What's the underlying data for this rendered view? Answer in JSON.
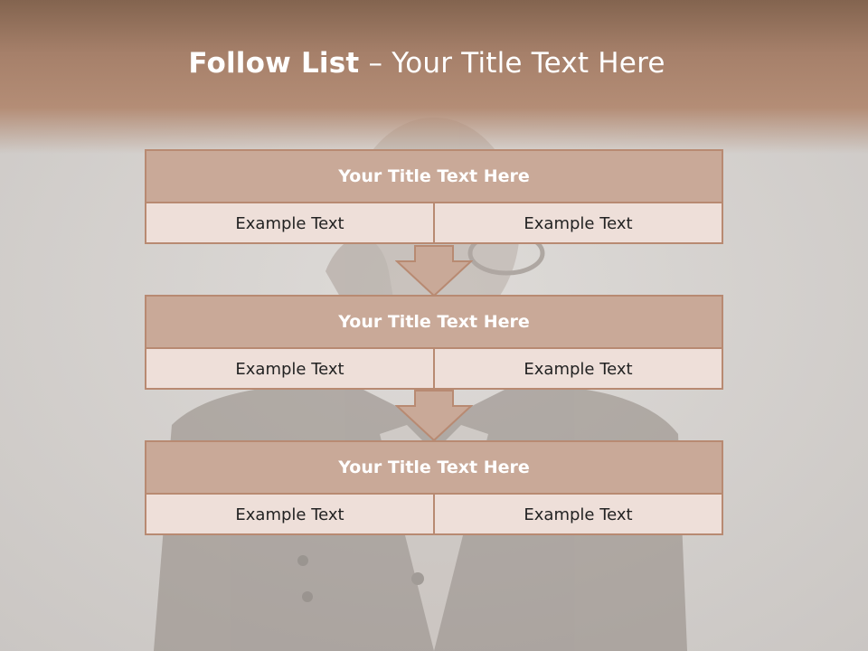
{
  "slide": {
    "title_bold": "Follow List",
    "title_rest": " – Your Title Text Here"
  },
  "steps": [
    {
      "title": "Your Title Text Here",
      "cells": [
        "Example Text",
        "Example Text"
      ]
    },
    {
      "title": "Your Title Text Here",
      "cells": [
        "Example Text",
        "Example Text"
      ]
    },
    {
      "title": "Your Title Text Here",
      "cells": [
        "Example Text",
        "Example Text"
      ]
    }
  ],
  "colors": {
    "header": "#a6806a",
    "box_border": "#b88a72",
    "box_title_fill": "#c9a998",
    "box_cell_fill": "#eedfd9",
    "arrow_fill": "#c9a998"
  },
  "background": {
    "icon": "man-on-phone-photo"
  }
}
